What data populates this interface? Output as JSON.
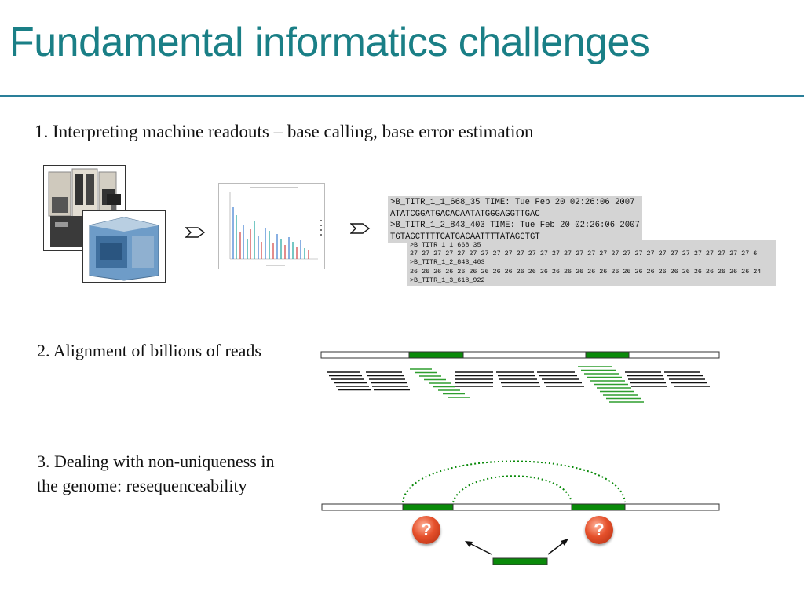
{
  "slide": {
    "title": "Fundamental informatics challenges",
    "point1": "1. Interpreting machine readouts – base calling, base error estimation",
    "point2": "2. Alignment of billions of reads",
    "point3": "3. Dealing with non-uniqueness in the genome: resequenceability"
  },
  "fasta": {
    "lines": [
      ">B_TITR_1_1_668_35 TIME: Tue Feb 20 02:26:06 2007",
      "ATATCGGATGACACAATATGGGAGGTTGAC",
      ">B_TITR_1_2_843_403 TIME: Tue Feb 20 02:26:06 2007",
      "TGTAGCTTTTCATGACAATTTTATAGGTGT"
    ]
  },
  "quality": {
    "lines": [
      ">B_TITR_1_1_668_35",
      "27 27 27 27 27 27 27 27 27 27 27 27 27 27 27 27 27 27 27 27 27 27 27 27 27 27 27 27 27 6",
      ">B_TITR_1_2_843_403",
      "26 26 26 26 26 26 26 26 26 26 26 26 26 26 26 26 26 26 26 26 26 26 26 26 26 26 26 26 26 24",
      ">B_TITR_1_3_618_922"
    ]
  },
  "colors": {
    "title": "#1a7f86",
    "rule": "#2a7f99",
    "highlight_green": "#2e9e2e",
    "region_green": "#0a8a0a",
    "question_red": "#e5502b"
  },
  "icons": {
    "step_arrow": "chevron-arrow-icon",
    "question": "question-icon"
  },
  "question_mark": "?"
}
